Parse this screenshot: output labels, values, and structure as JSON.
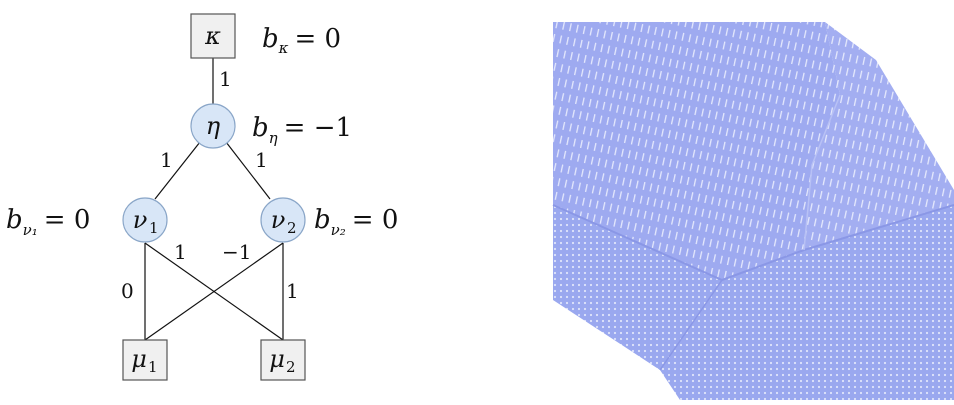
{
  "diagram": {
    "nodes": {
      "kappa": {
        "label": "κ",
        "shape": "square"
      },
      "eta": {
        "label": "η",
        "shape": "circle"
      },
      "nu1": {
        "label": "ν",
        "sub": "1",
        "shape": "circle"
      },
      "nu2": {
        "label": "ν",
        "sub": "2",
        "shape": "circle"
      },
      "mu1": {
        "label": "μ",
        "sub": "1",
        "shape": "square"
      },
      "mu2": {
        "label": "μ",
        "sub": "2",
        "shape": "square"
      }
    },
    "weights": {
      "kappa_eta": "1",
      "eta_nu1": "1",
      "eta_nu2": "1",
      "nu1_mu1": "0",
      "nu1_mu2": "1",
      "nu2_mu1": "−1",
      "nu2_mu2": "1"
    },
    "biases": {
      "kappa": {
        "symbol": "b",
        "sub": "κ",
        "rhs": "= 0"
      },
      "eta": {
        "symbol": "b",
        "sub": "η",
        "rhs": "= −1"
      },
      "nu1": {
        "symbol": "b",
        "sub": "ν₁",
        "rhs": "= 0"
      },
      "nu2": {
        "symbol": "b",
        "sub": "ν₂",
        "rhs": "= 0"
      }
    },
    "colors": {
      "circle_fill": "#d8e6f7",
      "surface": "#9aa8ef"
    }
  }
}
